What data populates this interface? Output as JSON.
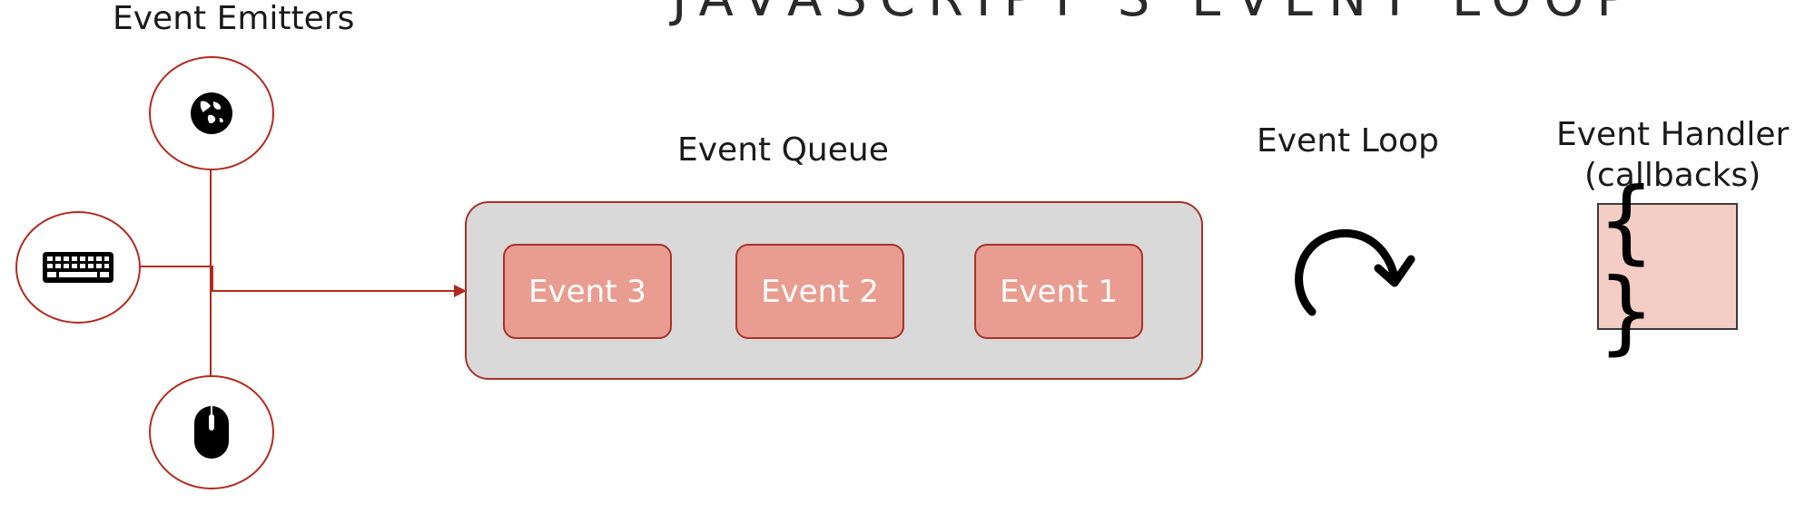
{
  "title_partial": "JAVASCRIPT'S EVENT LOOP",
  "emitters": {
    "heading": "Event Emitters",
    "icons": [
      "globe-icon",
      "keyboard-icon",
      "mouse-icon"
    ]
  },
  "queue": {
    "heading": "Event Queue",
    "events": [
      "Event 3",
      "Event 2",
      "Event 1"
    ]
  },
  "loop": {
    "heading": "Event Loop",
    "icon": "circular-arrow-icon"
  },
  "handler": {
    "heading_line1": "Event Handler",
    "heading_line2": "(callbacks)",
    "symbol": "{ }"
  },
  "colors": {
    "accent": "#b22a1f",
    "queue_background": "#d9d9d9",
    "event_fill": "#e99d90",
    "handler_fill": "#f4cdc4"
  }
}
